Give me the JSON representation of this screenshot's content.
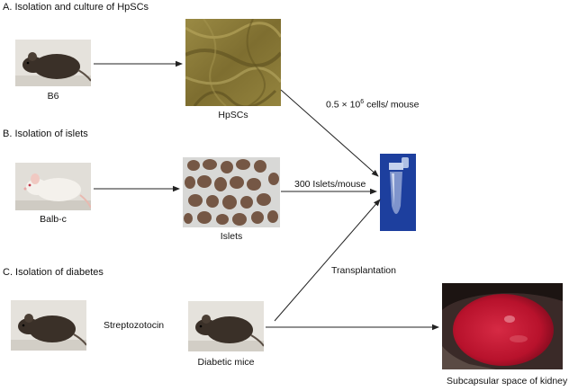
{
  "sections": {
    "a_title": "A. Isolation and culture of HpSCs",
    "b_title": "B. Isolation of islets",
    "c_title": "C. Isolation of diabetes"
  },
  "labels": {
    "b6": "B6",
    "hpscs": "HpSCs",
    "balbc": "Balb-c",
    "islets": "Islets",
    "diabetic": "Diabetic mice",
    "kidney": "Subcapsular space of kidney",
    "streptozotocin": "Streptozotocin",
    "cells_pre": "0.5 × 10",
    "cells_exp": "6",
    "cells_post": " cells/ mouse",
    "islets_dose": "300 Islets/mouse",
    "transplantation": "Transplantation"
  },
  "colors": {
    "mouse_dark": "#3a3028",
    "mouse_white": "#f2efe9",
    "hpsc_tan": "#8a7a38",
    "islet_brown": "#6b4a36",
    "tube_blue": "#1d3f9e",
    "kidney_red": "#b8122c"
  }
}
